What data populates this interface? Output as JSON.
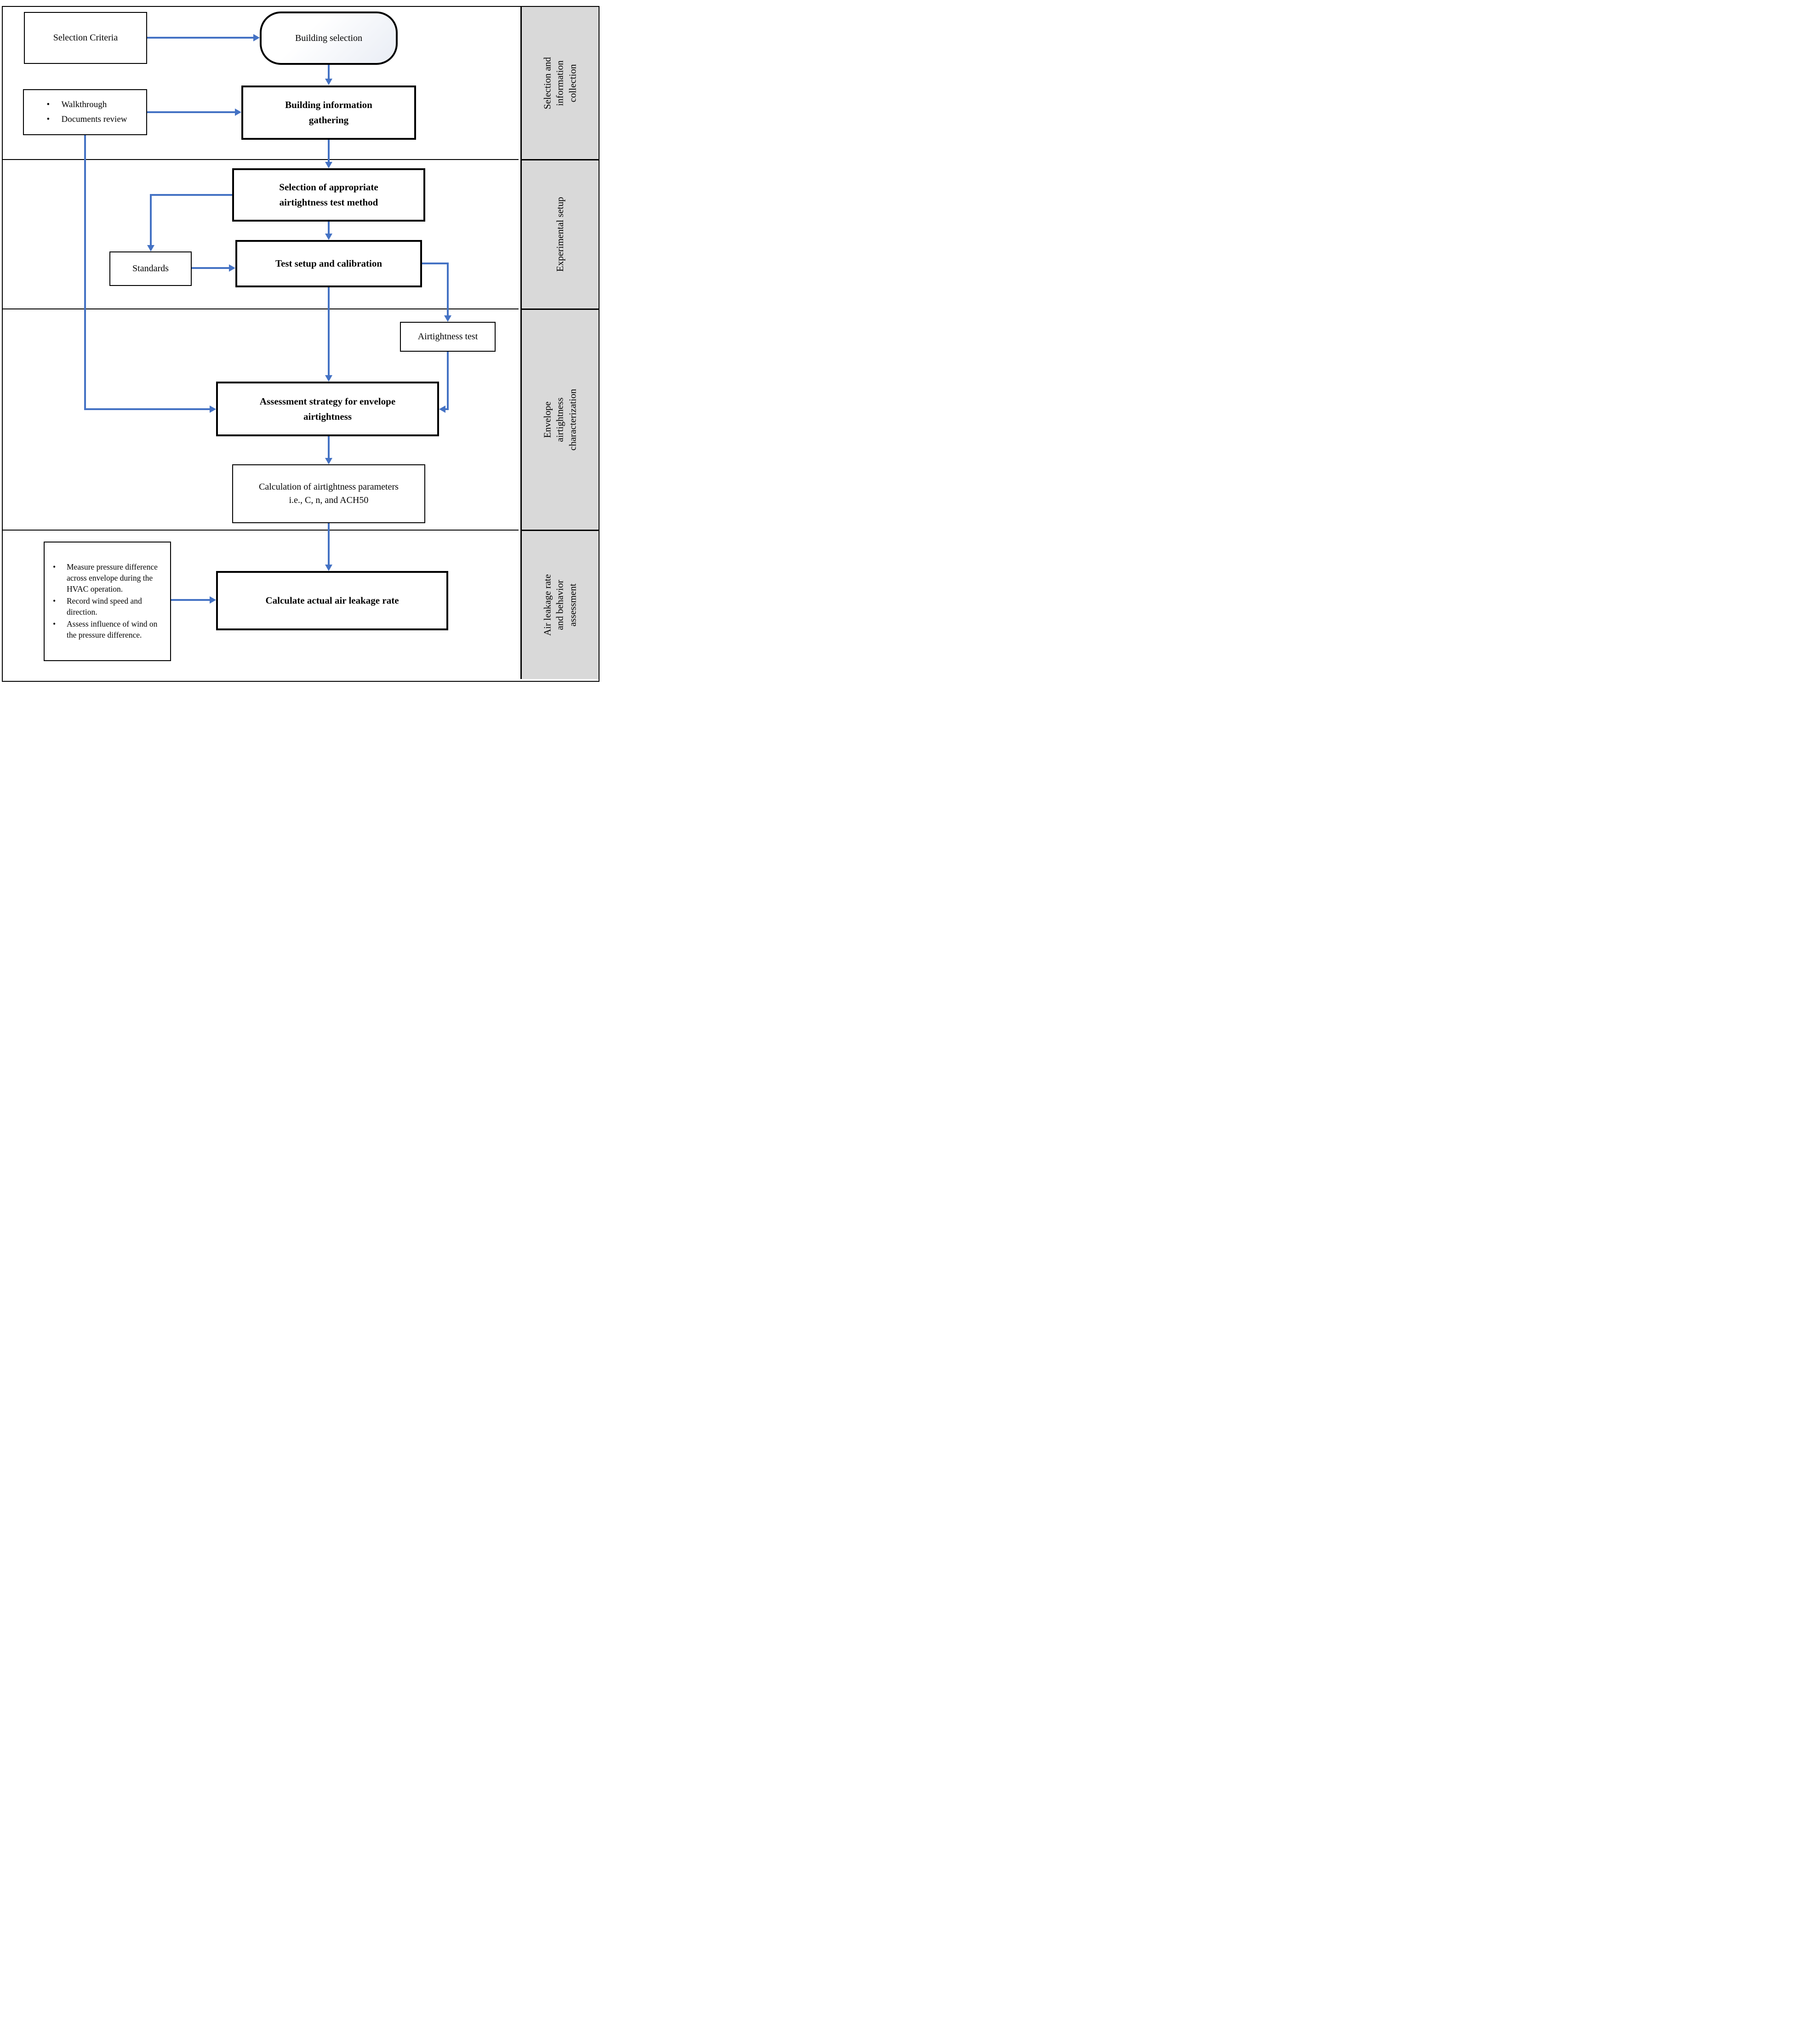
{
  "flowchart": {
    "colors": {
      "accent": "#4472C4",
      "sidebar_bg": "#D9D9D9",
      "border": "#000000"
    },
    "sidebar_sections": [
      {
        "label": "Selection and information collection"
      },
      {
        "label": "Experimental setup"
      },
      {
        "label": "Envelope airtightness characterization"
      },
      {
        "label": "Air leakage rate and behavior assessment"
      }
    ],
    "nodes": {
      "selection_criteria": {
        "label": "Selection Criteria"
      },
      "building_selection": {
        "label": "Building selection"
      },
      "inputs_top": {
        "items": [
          "Walkthrough",
          "Documents review"
        ]
      },
      "building_information_gathering": {
        "label": "Building information gathering"
      },
      "test_method_selection": {
        "label": "Selection of appropriate airtightness test method"
      },
      "standards": {
        "label": "Standards"
      },
      "test_setup": {
        "label": "Test setup and calibration"
      },
      "airtightness_test": {
        "label": "Airtightness test"
      },
      "assessment_strategy": {
        "label": "Assessment strategy for envelope airtightness"
      },
      "parameter_calculation": {
        "label": "Calculation of airtightness parameters i.e., C, n, and ACH50"
      },
      "actual_air_leakage": {
        "label": "Calculate actual air leakage rate"
      },
      "measurement_notes": {
        "items": [
          "Measure pressure difference across envelope during the HVAC operation.",
          "Record wind speed and direction.",
          "Assess influence of wind on the pressure difference."
        ]
      }
    },
    "edges": [
      {
        "from": "selection_criteria",
        "to": "building_selection"
      },
      {
        "from": "building_selection",
        "to": "building_information_gathering"
      },
      {
        "from": "inputs_top",
        "to": "building_information_gathering"
      },
      {
        "from": "inputs_top",
        "to": "assessment_strategy"
      },
      {
        "from": "building_information_gathering",
        "to": "test_method_selection"
      },
      {
        "from": "test_method_selection",
        "to": "standards"
      },
      {
        "from": "standards",
        "to": "test_setup"
      },
      {
        "from": "test_method_selection",
        "to": "test_setup"
      },
      {
        "from": "test_setup",
        "to": "airtightness_test"
      },
      {
        "from": "test_setup",
        "to": "assessment_strategy"
      },
      {
        "from": "airtightness_test",
        "to": "assessment_strategy"
      },
      {
        "from": "assessment_strategy",
        "to": "parameter_calculation"
      },
      {
        "from": "parameter_calculation",
        "to": "actual_air_leakage"
      },
      {
        "from": "measurement_notes",
        "to": "actual_air_leakage"
      }
    ]
  }
}
